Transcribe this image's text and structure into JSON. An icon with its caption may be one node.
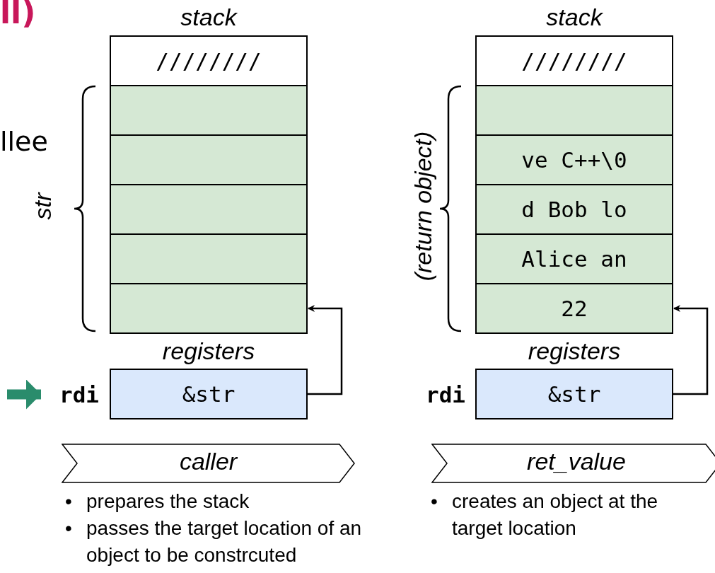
{
  "diagram": {
    "nodes": [
      {
        "text": [
          "////////"
        ]
      },
      {
        "text": [],
        "shape": "box"
      },
      {
        "text": [],
        "shape": "box"
      },
      {
        "text": [],
        "shape": "box"
      },
      {
        "text": [],
        "shape": "box"
      },
      {
        "text": [],
        "shape": "box"
      },
      {
        "text": [
          "rdi"
        ]
      },
      {
        "text": [
          "&str"
        ]
      },
      {
        "text": [
          "////////"
        ]
      },
      {
        "text": [],
        "shape": "box"
      },
      {
        "text": [
          "ve C++\\0"
        ]
      },
      {
        "text": [
          "d Bob lo"
        ]
      },
      {
        "text": [
          "Alice an"
        ]
      },
      {
        "text": [
          "22"
        ]
      },
      {
        "text": [
          "rdi"
        ]
      },
      {
        "text": [
          "&str"
        ]
      },
      {
        "text": [
          "caller"
        ]
      },
      {
        "text": [
          "ret_value"
        ]
      }
    ],
    "edges": [
      {
        "from": 7,
        "to": 5,
        "arrow": "to"
      },
      {
        "from": 15,
        "to": 13,
        "arrow": "to"
      },
      {
        "from": null,
        "to": 6,
        "arrow": "to",
        "style": "thick",
        "color": "#2a8c6c"
      }
    ],
    "labels": [
      "ll)",
      "llee",
      "stack",
      "str",
      "registers",
      "stack",
      "(return object)",
      "registers",
      "•",
      "prepares the stack",
      "•",
      "passes the target location of an object to be constrcuted",
      "•",
      "creates an object at the target location"
    ]
  }
}
